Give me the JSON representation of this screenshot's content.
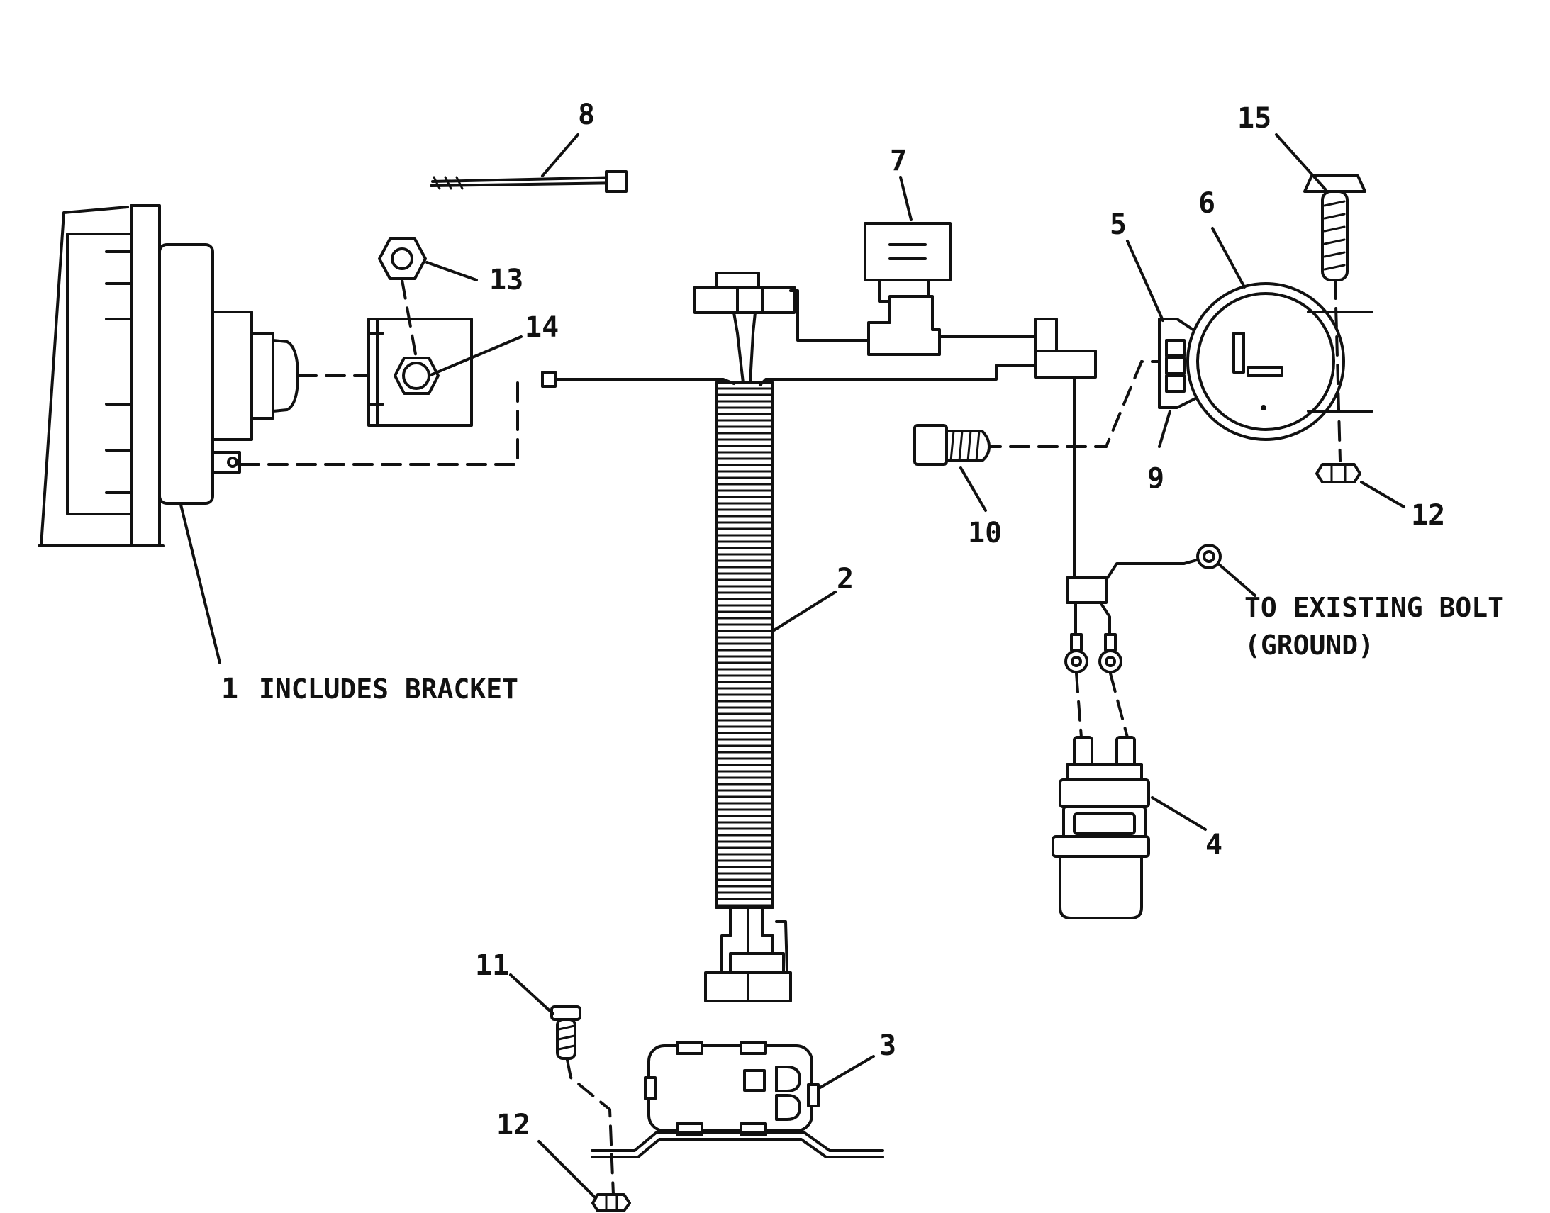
{
  "callouts": {
    "c1": "1",
    "c2": "2",
    "c3": "3",
    "c4": "4",
    "c5": "5",
    "c6": "6",
    "c7": "7",
    "c8": "8",
    "c9": "9",
    "c10": "10",
    "c11": "11",
    "c12a": "12",
    "c12b": "12",
    "c13": "13",
    "c14": "14",
    "c15": "15"
  },
  "notes": {
    "includes_bracket": "INCLUDES BRACKET",
    "ground_line1": "TO EXISTING BOLT",
    "ground_line2": "(GROUND)"
  }
}
